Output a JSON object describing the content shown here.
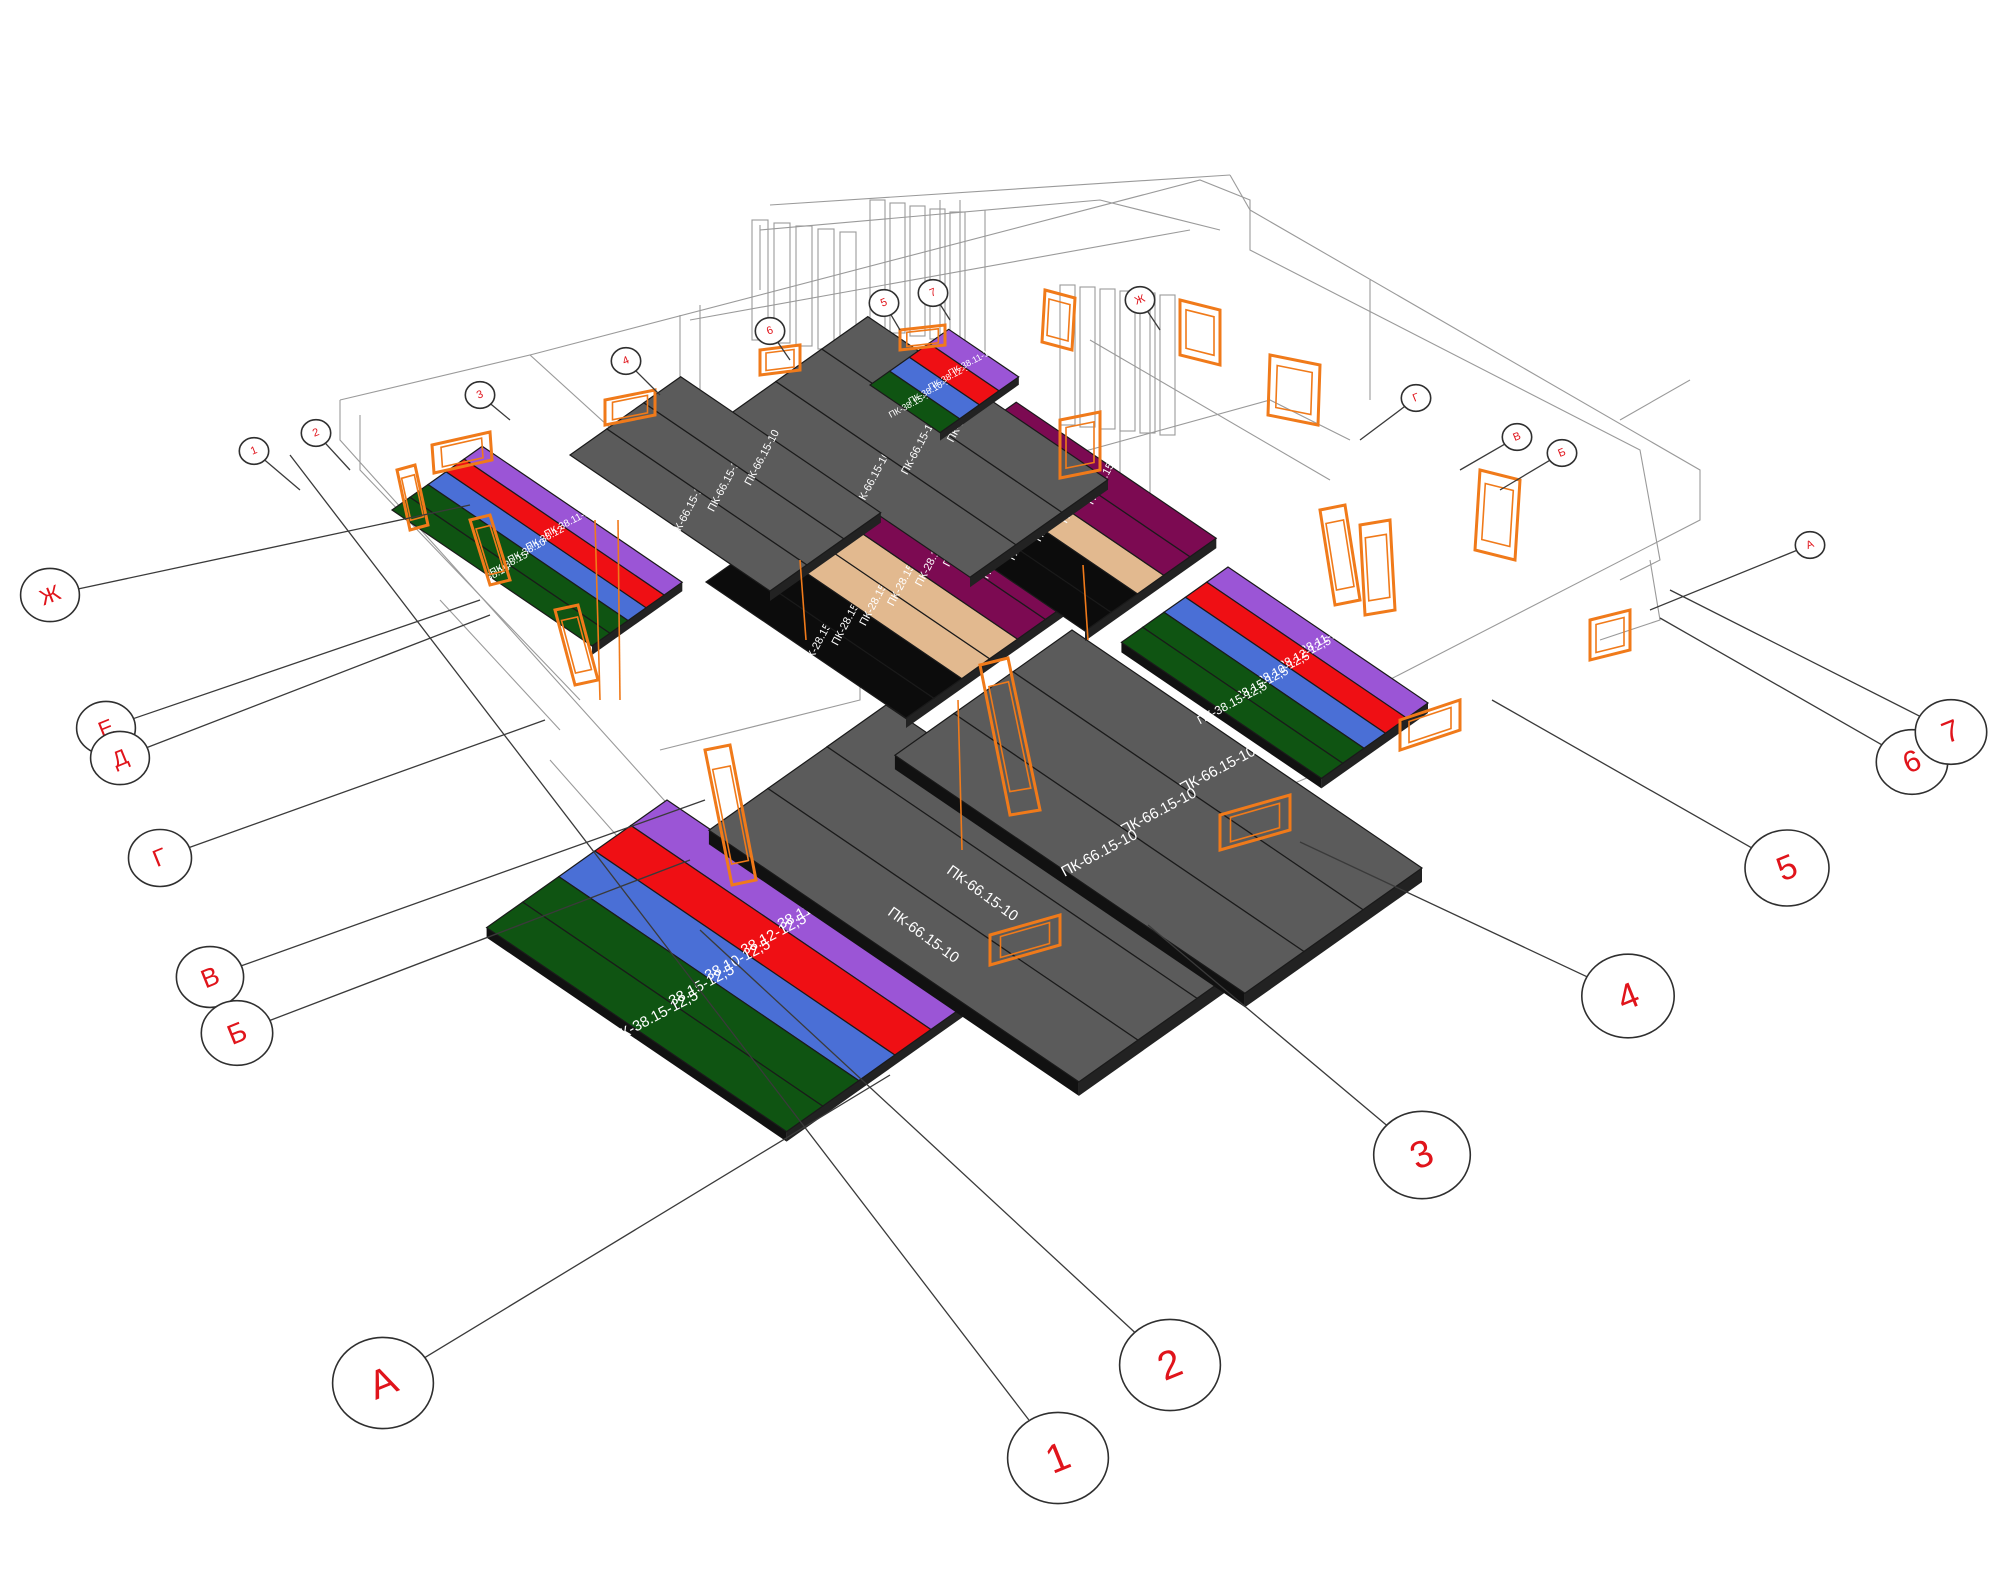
{
  "colors": {
    "green": "#0f5412",
    "blue": "#4a6fd6",
    "red": "#ef0f14",
    "violet": "#9b55d6",
    "gray": "#5b5b5b",
    "black": "#0c0c0c",
    "magenta": "#7c0a52",
    "tan": "#e2b98f",
    "opening": "#f07a1a",
    "axis_text": "#e0141b"
  },
  "axes": {
    "bottom_front": [
      {
        "label": "А"
      },
      {
        "label": "2"
      },
      {
        "label": "1"
      },
      {
        "label": "3"
      },
      {
        "label": "4"
      },
      {
        "label": "5"
      },
      {
        "label": "6"
      },
      {
        "label": "7"
      }
    ],
    "left_side": [
      {
        "label": "Ж"
      },
      {
        "label": "Е"
      },
      {
        "label": "Д"
      },
      {
        "label": "Г"
      },
      {
        "label": "В"
      },
      {
        "label": "Б"
      }
    ],
    "top_back": [
      {
        "label": "1"
      },
      {
        "label": "2"
      },
      {
        "label": "3"
      },
      {
        "label": "4"
      },
      {
        "label": "6"
      },
      {
        "label": "5"
      },
      {
        "label": "7"
      },
      {
        "label": "Ж"
      },
      {
        "label": "Г"
      },
      {
        "label": "В"
      },
      {
        "label": "Б"
      },
      {
        "label": "А"
      }
    ]
  },
  "slabs": {
    "front_left": [
      {
        "label": "ПК-38.11-12,5",
        "color": "violet"
      },
      {
        "label": "ПК-38.12-12,5",
        "color": "red"
      },
      {
        "label": "ПК-38.10-12,5",
        "color": "blue"
      },
      {
        "label": "ПК-38.15-12,5",
        "color": "green"
      },
      {
        "label": "ПК-38.15-12,5",
        "color": "green"
      }
    ],
    "front_center": [
      {
        "label": "ПК-66.15-10",
        "color": "gray"
      },
      {
        "label": "ПК-66.15-10",
        "color": "gray"
      },
      {
        "label": "ПК-66.15-10",
        "color": "gray"
      }
    ],
    "front_right": [
      {
        "label": "ПК-66.15-10",
        "color": "gray"
      },
      {
        "label": "ПК-66.15-10",
        "color": "gray"
      },
      {
        "label": "ПК-66.15-10",
        "color": "gray"
      }
    ],
    "right_stack": [
      {
        "label": "ПК-38.11-12,5",
        "color": "violet"
      },
      {
        "label": "ПК-38.12-12,5",
        "color": "red"
      },
      {
        "label": "ПК-38.10-12,5",
        "color": "blue"
      },
      {
        "label": "ПК-38.15-12,5",
        "color": "green"
      },
      {
        "label": "ПК-38.15-12,5",
        "color": "green"
      }
    ],
    "left_stack": [
      {
        "label": "ПК-38.15-12,5",
        "color": "green"
      },
      {
        "label": "ПК-38.15-12,5",
        "color": "green"
      },
      {
        "label": "ПК-38.10-12,5",
        "color": "blue"
      },
      {
        "label": "ПК-38.12-12,5",
        "color": "red"
      },
      {
        "label": "ПК-38.11-12,5",
        "color": "violet"
      }
    ],
    "middle_small": [
      {
        "label": "ПК-28.15-8",
        "color": "black"
      },
      {
        "label": "ПК-28.15-8",
        "color": "black"
      },
      {
        "label": "ПК-28.15-8",
        "color": "tan"
      },
      {
        "label": "ПК-28.15-8",
        "color": "tan"
      },
      {
        "label": "ПК-28.15-8",
        "color": "magenta"
      },
      {
        "label": "ПК-28.15-8",
        "color": "magenta"
      }
    ],
    "back_small": [
      {
        "label": "ПК-28.15-8",
        "color": "black"
      },
      {
        "label": "ПК-28.15-8",
        "color": "black"
      },
      {
        "label": "ПК-28.15-8",
        "color": "tan"
      },
      {
        "label": "ПК-28.15-8",
        "color": "magenta"
      },
      {
        "label": "ПК-28.15-8",
        "color": "magenta"
      }
    ],
    "back_gray": [
      {
        "label": "ПК-66.15-10",
        "color": "gray"
      },
      {
        "label": "ПК-66.15-10",
        "color": "gray"
      },
      {
        "label": "ПК-66.15-10",
        "color": "gray"
      }
    ],
    "back_left_gray": [
      {
        "label": "ПК-66.15-10",
        "color": "gray"
      },
      {
        "label": "ПК-66.15-10",
        "color": "gray"
      },
      {
        "label": "ПК-66.15-10",
        "color": "gray"
      }
    ],
    "back_right_stack": [
      {
        "label": "ПК-38.15-12,5",
        "color": "green"
      },
      {
        "label": "ПК-38.10-12,5",
        "color": "blue"
      },
      {
        "label": "ПК-38.12-12,5",
        "color": "red"
      },
      {
        "label": "ПК-38.11-12,5",
        "color": "violet"
      }
    ]
  }
}
